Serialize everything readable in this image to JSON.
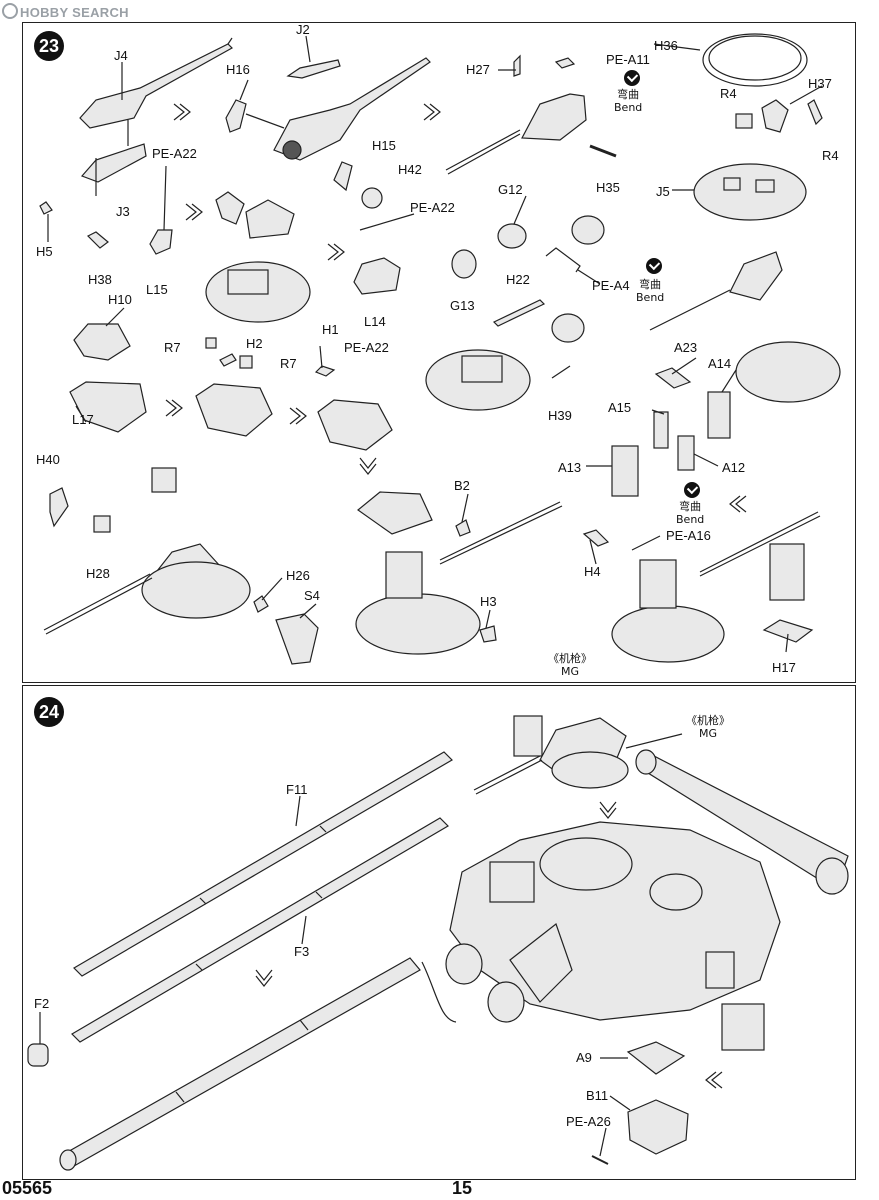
{
  "watermark": "HOBBY SEARCH",
  "steps": {
    "step23": {
      "number": "23",
      "labels": [
        "J4",
        "J2",
        "H16",
        "H27",
        "PE-A11",
        "H36",
        "H37",
        "R4",
        "R4",
        "J5",
        "H35",
        "J3",
        "H5",
        "H38",
        "L15",
        "PE-A22",
        "H15",
        "H42",
        "PE-A22",
        "L14",
        "G12",
        "G13",
        "H22",
        "PE-A4",
        "H10",
        "L17",
        "R7",
        "H2",
        "R7",
        "H1",
        "PE-A22",
        "H39",
        "A23",
        "A14",
        "A15",
        "A13",
        "A12",
        "PE-A16",
        "H4",
        "H40",
        "H28",
        "H26",
        "S4",
        "B2",
        "H3",
        "H17"
      ],
      "bend_notes": [
        {
          "cn": "弯曲",
          "en": "Bend"
        },
        {
          "cn": "弯曲",
          "en": "Bend"
        },
        {
          "cn": "弯曲",
          "en": "Bend"
        }
      ],
      "mg_note": {
        "cn": "《机枪》",
        "en": "MG"
      }
    },
    "step24": {
      "number": "24",
      "labels": [
        "F11",
        "F3",
        "F2",
        "A9",
        "B11",
        "PE-A26"
      ],
      "mg_note": {
        "cn": "《机枪》",
        "en": "MG"
      }
    }
  },
  "footer": {
    "catalog": "05565",
    "page": "15"
  }
}
